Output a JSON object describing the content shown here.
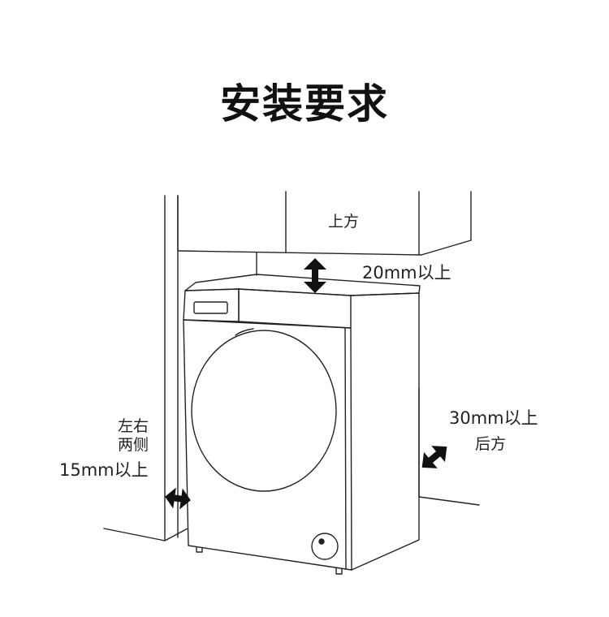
{
  "title": "安装要求",
  "labels": {
    "top_area": "上方",
    "top_clearance": "20mm以上",
    "sides_line1": "左右",
    "sides_line2": "两侧",
    "sides_clearance": "15mm以上",
    "back_clearance": "30mm以上",
    "back_area": "后方"
  },
  "icons": {
    "top_arrow": "vertical-double-arrow-icon",
    "side_arrow": "horizontal-double-arrow-icon",
    "back_arrow": "diagonal-double-arrow-icon"
  },
  "colors": {
    "line": "#222222",
    "background": "#ffffff"
  }
}
